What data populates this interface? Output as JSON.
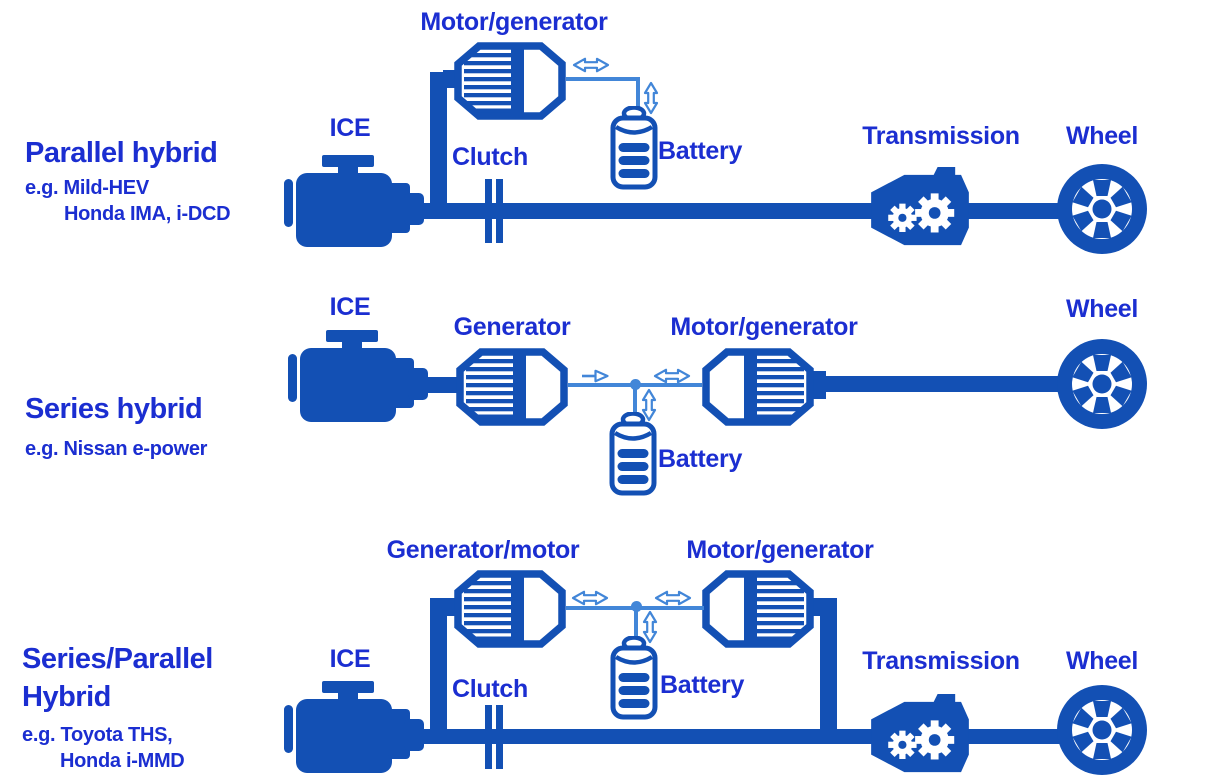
{
  "colors": {
    "icon_blue": "#1350b4",
    "text_blue": "#1b2ed1",
    "light_blue": "#4286d8"
  },
  "diagrams": [
    {
      "title_lines": [
        "Parallel hybrid"
      ],
      "example_lines": [
        "e.g. Mild-HEV",
        "Honda IMA, i-DCD"
      ],
      "labels": {
        "ice": "ICE",
        "motor_generator": "Motor/generator",
        "clutch": "Clutch",
        "battery": "Battery",
        "transmission": "Transmission",
        "wheel": "Wheel"
      }
    },
    {
      "title_lines": [
        "Series hybrid"
      ],
      "example_lines": [
        "e.g. Nissan e-power"
      ],
      "labels": {
        "ice": "ICE",
        "generator": "Generator",
        "motor_generator": "Motor/generator",
        "battery": "Battery",
        "wheel": "Wheel"
      }
    },
    {
      "title_lines": [
        "Series/Parallel",
        "Hybrid"
      ],
      "example_lines": [
        "e.g. Toyota THS,",
        "Honda i-MMD"
      ],
      "labels": {
        "ice": "ICE",
        "generator_motor": "Generator/motor",
        "motor_generator": "Motor/generator",
        "clutch": "Clutch",
        "battery": "Battery",
        "transmission": "Transmission",
        "wheel": "Wheel"
      }
    }
  ]
}
